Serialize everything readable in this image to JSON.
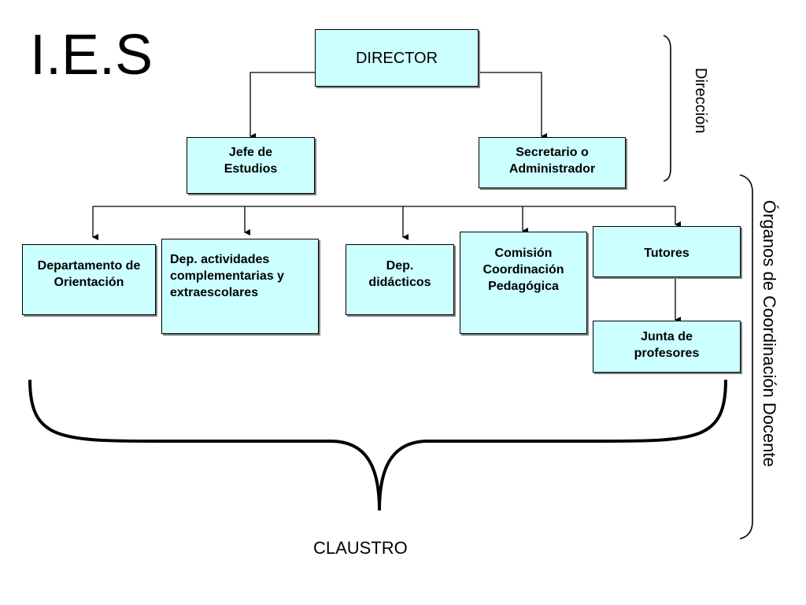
{
  "title": "I.E.S",
  "boxes": {
    "director": "DIRECTOR",
    "jefe_estudios": [
      "Jefe de",
      "Estudios"
    ],
    "secretario": [
      "Secretario o",
      "Administrador"
    ],
    "dep_orientacion": [
      "Departamento de",
      "Orientación"
    ],
    "dep_actividades": [
      "Dep. actividades",
      "complementarias y",
      "extraescolares"
    ],
    "dep_didacticos": [
      "Dep.",
      "didácticos"
    ],
    "comision": [
      "Comisión",
      "Coordinación",
      "Pedagógica"
    ],
    "tutores": "Tutores",
    "junta": [
      "Junta de",
      "profesores"
    ]
  },
  "labels": {
    "direccion": "Dirección",
    "organos": "Órganos de Coordinación Docente",
    "claustro": "CLAUSTRO"
  },
  "colors": {
    "box_fill": "#ccffff",
    "box_shadow": "#7f7f7f",
    "line": "#000000"
  }
}
